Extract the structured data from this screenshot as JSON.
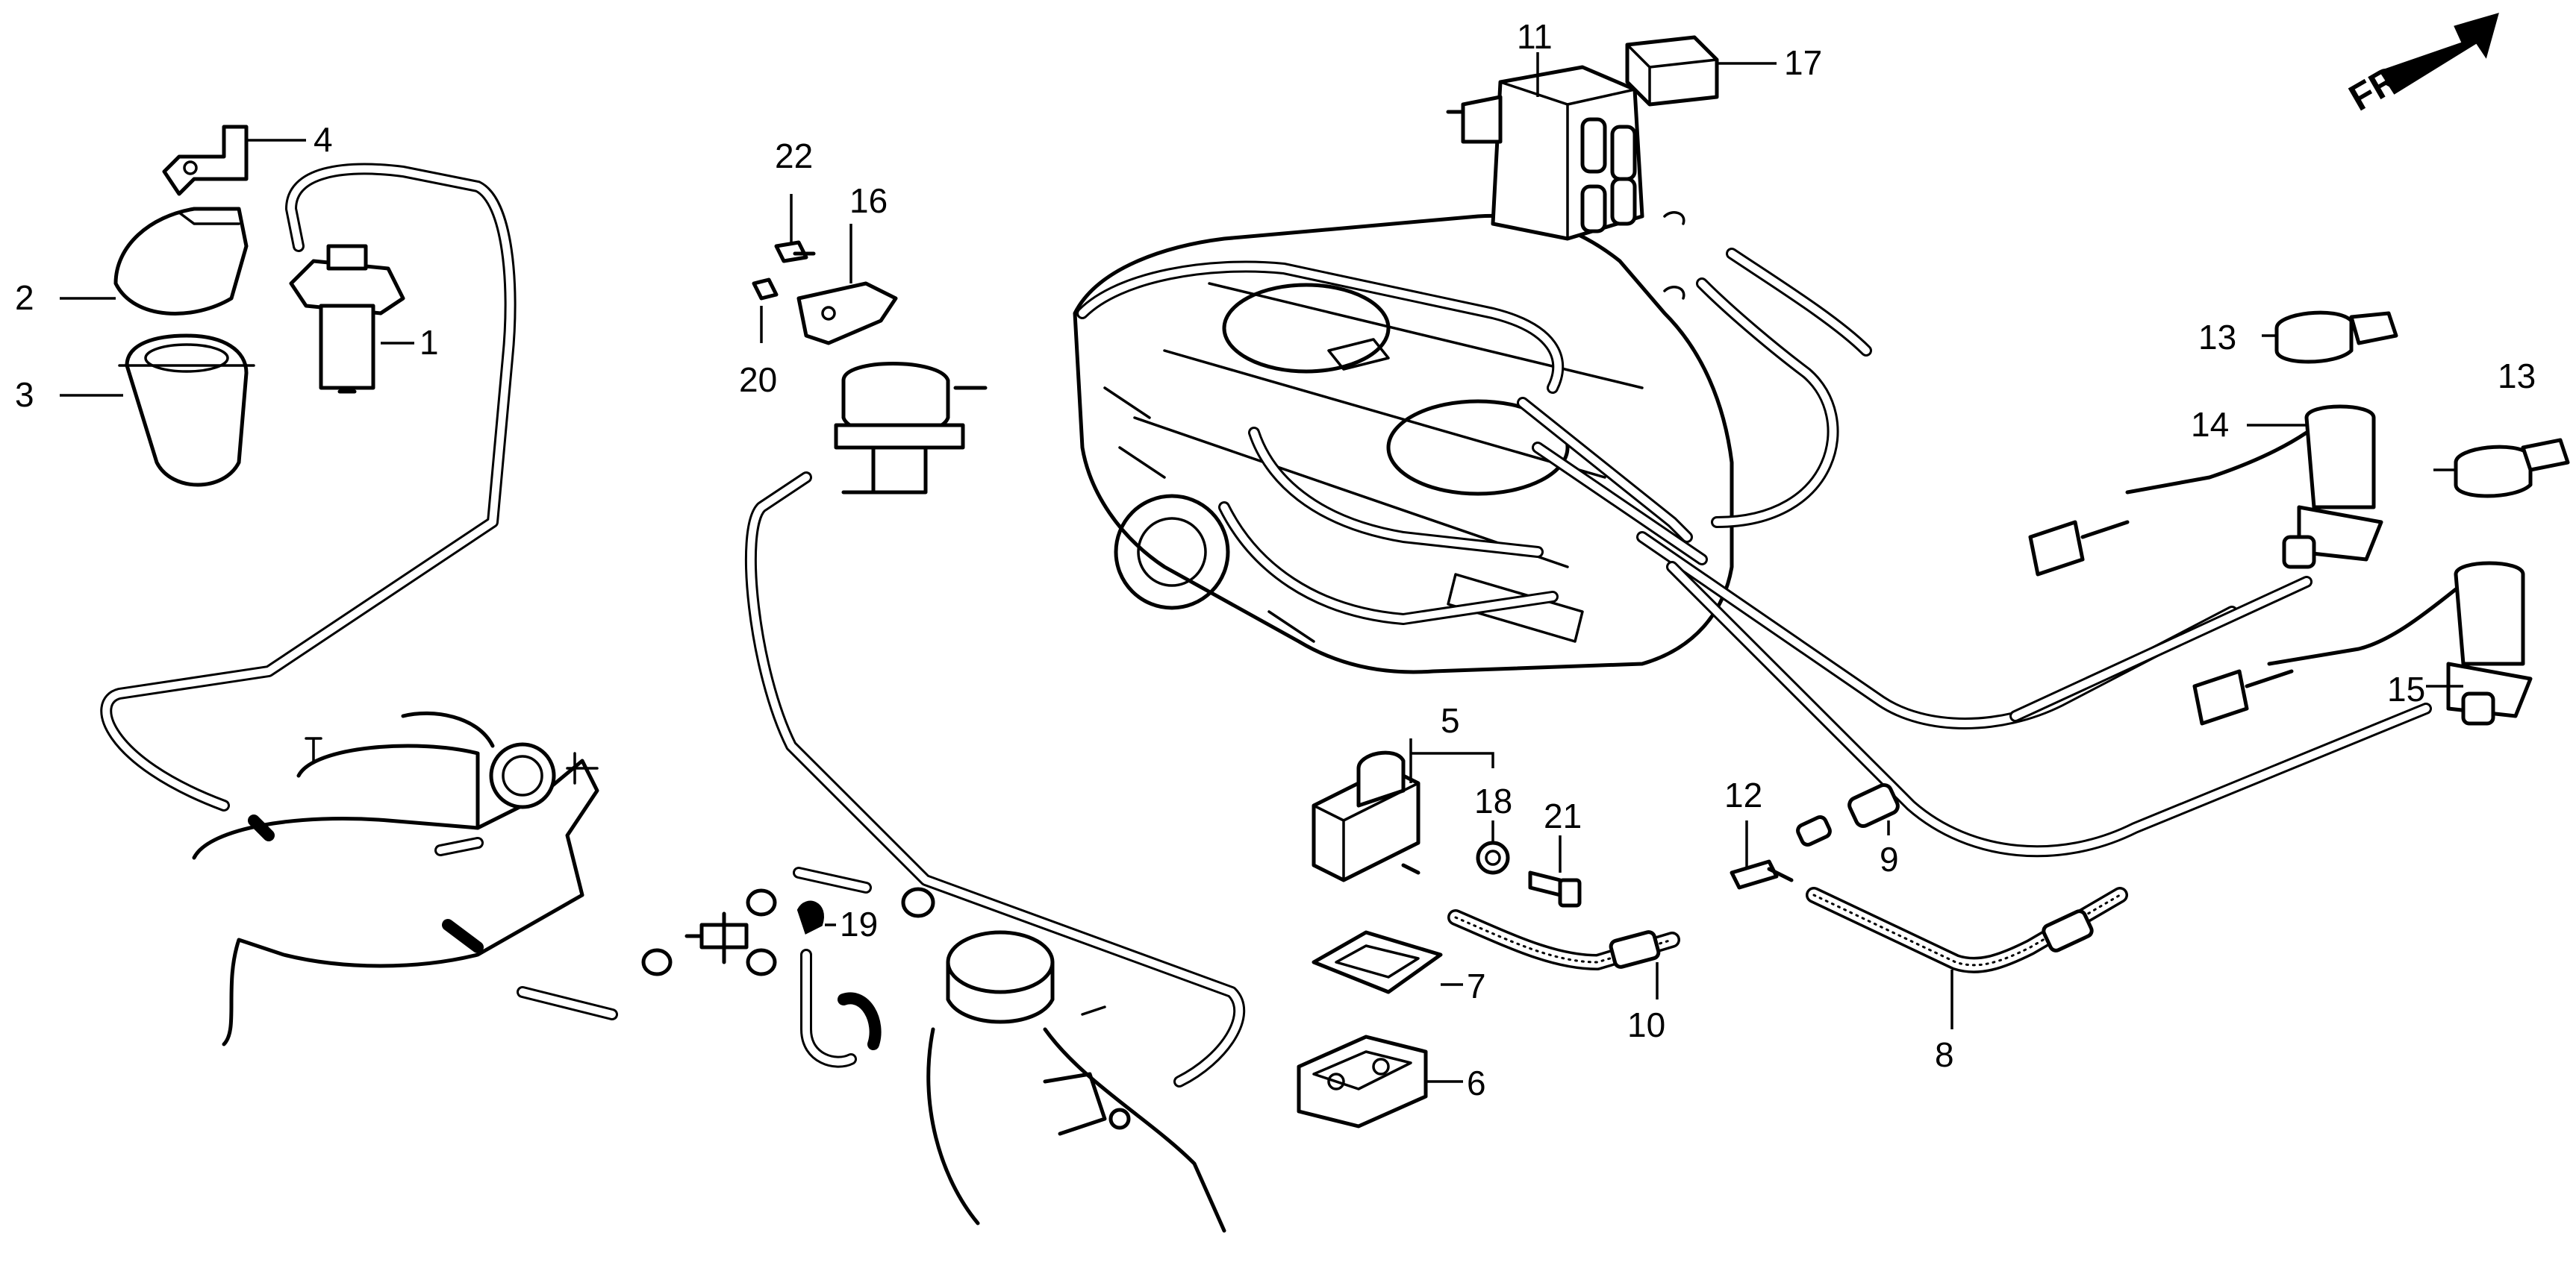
{
  "orientation_label": "FR.",
  "callouts": [
    {
      "id": "c1",
      "text": "1"
    },
    {
      "id": "c2",
      "text": "2"
    },
    {
      "id": "c3",
      "text": "3"
    },
    {
      "id": "c4",
      "text": "4"
    },
    {
      "id": "c5",
      "text": "5"
    },
    {
      "id": "c6",
      "text": "6"
    },
    {
      "id": "c7",
      "text": "7"
    },
    {
      "id": "c8",
      "text": "8"
    },
    {
      "id": "c9",
      "text": "9"
    },
    {
      "id": "c10",
      "text": "10"
    },
    {
      "id": "c11",
      "text": "11"
    },
    {
      "id": "c12",
      "text": "12"
    },
    {
      "id": "c13a",
      "text": "13"
    },
    {
      "id": "c13b",
      "text": "13"
    },
    {
      "id": "c14",
      "text": "14"
    },
    {
      "id": "c15",
      "text": "15"
    },
    {
      "id": "c16",
      "text": "16"
    },
    {
      "id": "c17",
      "text": "17"
    },
    {
      "id": "c18",
      "text": "18"
    },
    {
      "id": "c19",
      "text": "19"
    },
    {
      "id": "c20",
      "text": "20"
    },
    {
      "id": "c21",
      "text": "21"
    },
    {
      "id": "c22",
      "text": "22"
    }
  ]
}
